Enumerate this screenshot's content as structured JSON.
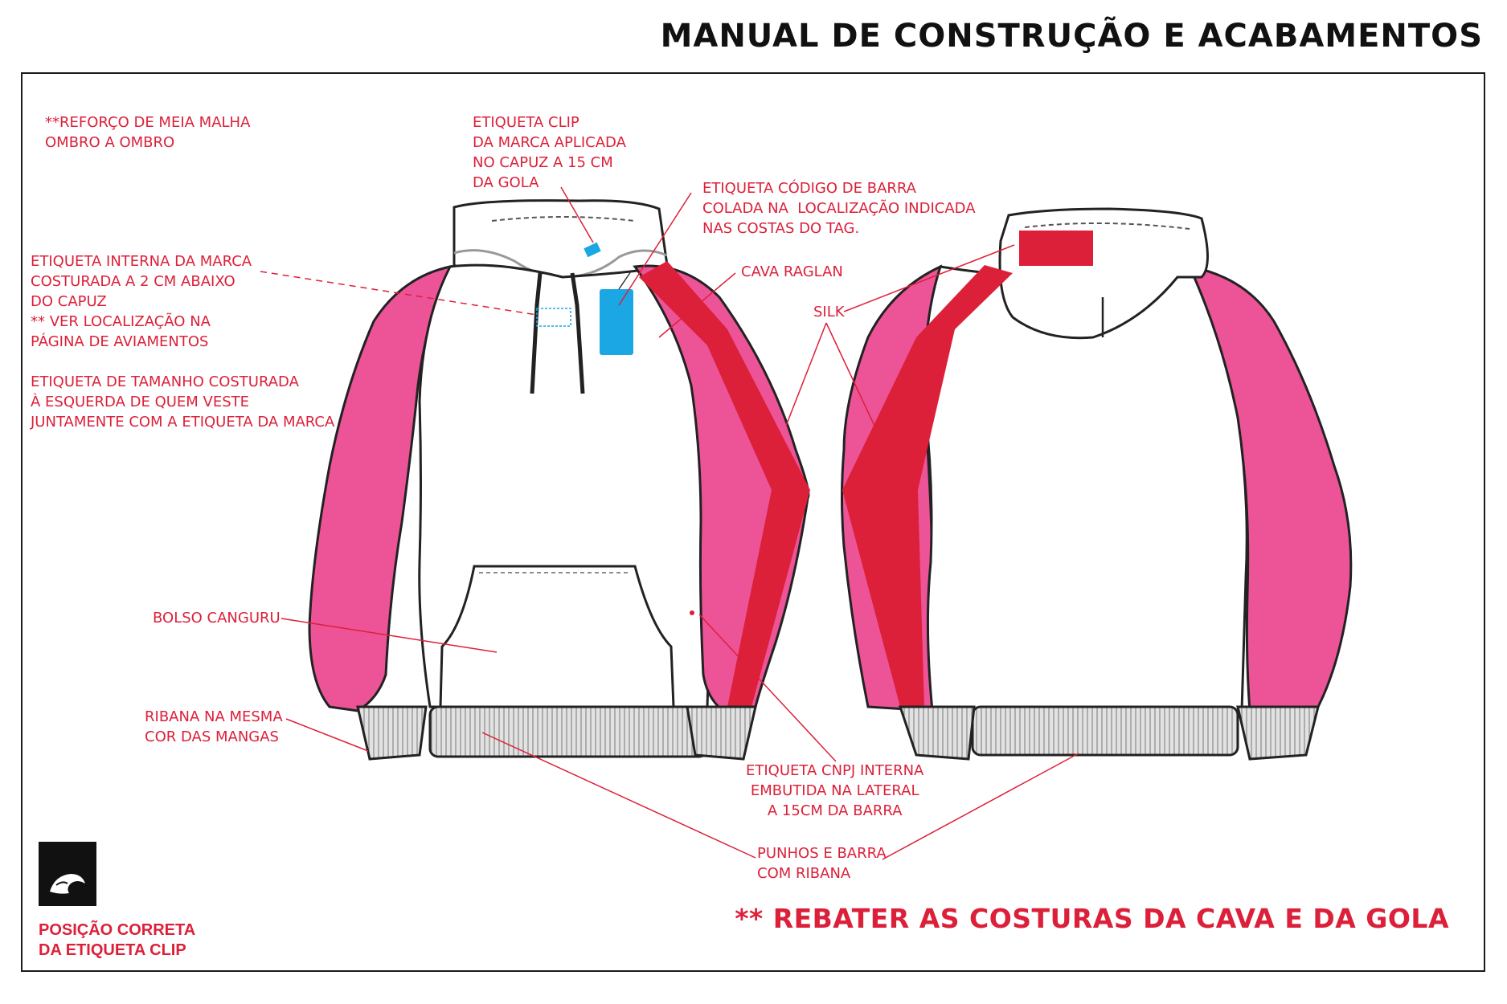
{
  "title": "MANUAL DE CONSTRUÇÃO E ACABAMENTOS",
  "colors": {
    "accent_red": "#dc2039",
    "sleeve_pink": "#ec5497",
    "label_blue": "#1aa7e4",
    "rib_gray": "#d4d4d4"
  },
  "labels": {
    "reforco": "**REFORÇO DE MEIA MALHA\nOMBRO A OMBRO",
    "etiqueta_clip": "ETIQUETA CLIP\nDA MARCA APLICADA\nNO CAPUZ A 15 CM\nDA GOLA",
    "codigo_barra": "ETIQUETA CÓDIGO DE BARRA\nCOLADA NA  LOCALIZAÇÃO INDICADA\nNAS COSTAS DO TAG.",
    "etiqueta_interna": "ETIQUETA INTERNA DA MARCA\nCOSTURADA A 2 CM ABAIXO\nDO CAPUZ\n** VER LOCALIZAÇÃO NA\nPÁGINA DE AVIAMENTOS",
    "cava_raglan": "CAVA RAGLAN",
    "silk": "SILK",
    "etiqueta_tamanho": "ETIQUETA DE TAMANHO COSTURADA\nÀ ESQUERDA DE QUEM VESTE\nJUNTAMENTE COM A ETIQUETA DA MARCA",
    "bolso": "BOLSO CANGURU",
    "ribana": "RIBANA NA MESMA\nCOR DAS MANGAS",
    "cnpj": "ETIQUETA CNPJ INTERNA\nEMBUTIDA NA LATERAL\nA 15CM DA BARRA",
    "punhos": "PUNHOS E BARRA\nCOM RIBANA"
  },
  "note": "** REBATER AS COSTURAS DA CAVA E DA GOLA",
  "clip_caption": "POSIÇÃO CORRETA\nDA ETIQUETA CLIP",
  "logo_icon": "brand-wave-logo-icon"
}
